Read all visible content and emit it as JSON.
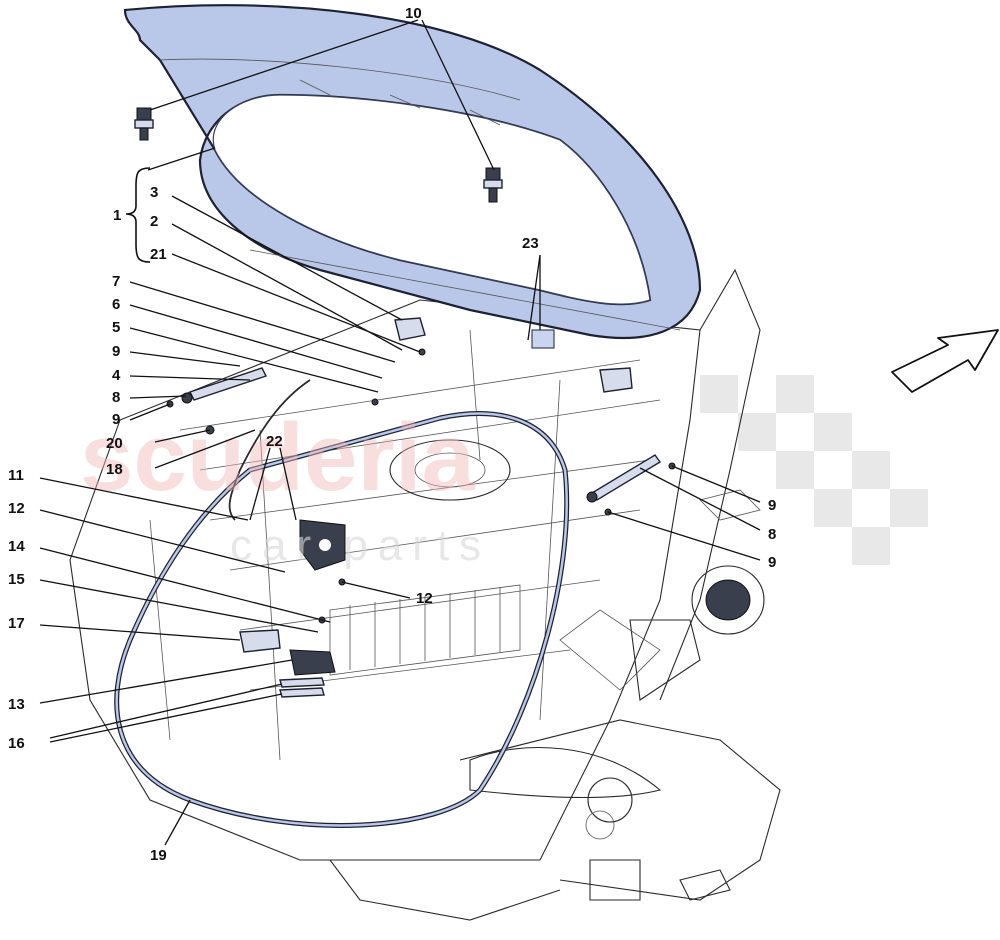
{
  "watermark": {
    "brand": "scuderia",
    "sub": "car parts"
  },
  "callouts": [
    {
      "id": "c10",
      "label": "10"
    },
    {
      "id": "c1",
      "label": "1"
    },
    {
      "id": "c3",
      "label": "3"
    },
    {
      "id": "c2",
      "label": "2"
    },
    {
      "id": "c21",
      "label": "21"
    },
    {
      "id": "c7",
      "label": "7"
    },
    {
      "id": "c6",
      "label": "6"
    },
    {
      "id": "c5",
      "label": "5"
    },
    {
      "id": "c9a",
      "label": "9"
    },
    {
      "id": "c4",
      "label": "4"
    },
    {
      "id": "c8a",
      "label": "8"
    },
    {
      "id": "c9b",
      "label": "9"
    },
    {
      "id": "c20",
      "label": "20"
    },
    {
      "id": "c18",
      "label": "18"
    },
    {
      "id": "c22",
      "label": "22"
    },
    {
      "id": "c11",
      "label": "11"
    },
    {
      "id": "c12a",
      "label": "12"
    },
    {
      "id": "c14",
      "label": "14"
    },
    {
      "id": "c15",
      "label": "15"
    },
    {
      "id": "c17",
      "label": "17"
    },
    {
      "id": "c13",
      "label": "13"
    },
    {
      "id": "c16",
      "label": "16"
    },
    {
      "id": "c19",
      "label": "19"
    },
    {
      "id": "c23",
      "label": "23"
    },
    {
      "id": "c12b",
      "label": "12"
    },
    {
      "id": "c9c",
      "label": "9"
    },
    {
      "id": "c8b",
      "label": "8"
    },
    {
      "id": "c9d",
      "label": "9"
    }
  ],
  "colors": {
    "highlight": "#b9c7e8",
    "outline": "#1d2233",
    "watermark": "#f3b8b8"
  },
  "icons": [
    "direction-arrow-icon"
  ]
}
